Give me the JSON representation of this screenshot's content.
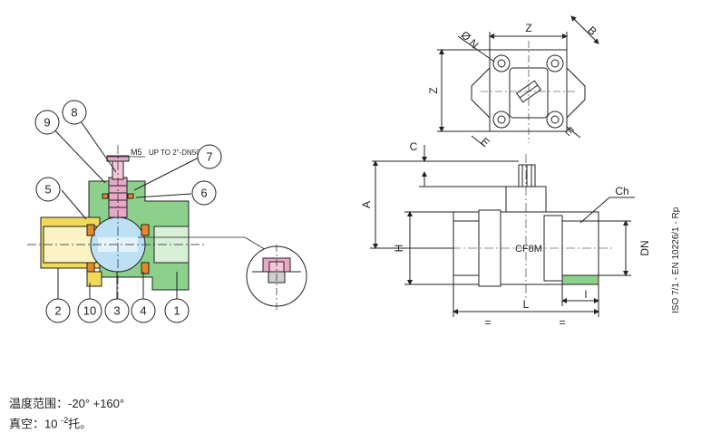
{
  "callouts": [
    "1",
    "2",
    "3",
    "4",
    "5",
    "6",
    "7",
    "8",
    "9",
    "10"
  ],
  "section_labels": {
    "thread": "M5",
    "note": "UP TO 2\"-DN50"
  },
  "dimensions": {
    "z_top": "Z",
    "z_side": "Z",
    "b": "B",
    "phi_n": "Ø N",
    "e1": "E",
    "e2": "E",
    "c": "C",
    "a": "A",
    "h": "H",
    "ch": "Ch",
    "dn": "DN",
    "l": "L",
    "l_small": "l",
    "eq_left": "=",
    "eq_right": "=",
    "body_mark": "CF8M",
    "standard": "ISO 7/1 - EN 10226/1 - Rp"
  },
  "notes": {
    "temp_label": "温度范围：",
    "temp_value": "-20° +160°",
    "vac_label": "真空：",
    "vac_value": "10",
    "vac_exp": "-2",
    "vac_unit": "托。"
  },
  "colors": {
    "green": "#8cd08c",
    "yellow": "#f2d95a",
    "pink": "#e9a9c6",
    "blue": "#bde0f5",
    "orange": "#e58a2a",
    "gray": "#cfcfcf",
    "line": "#222222"
  }
}
